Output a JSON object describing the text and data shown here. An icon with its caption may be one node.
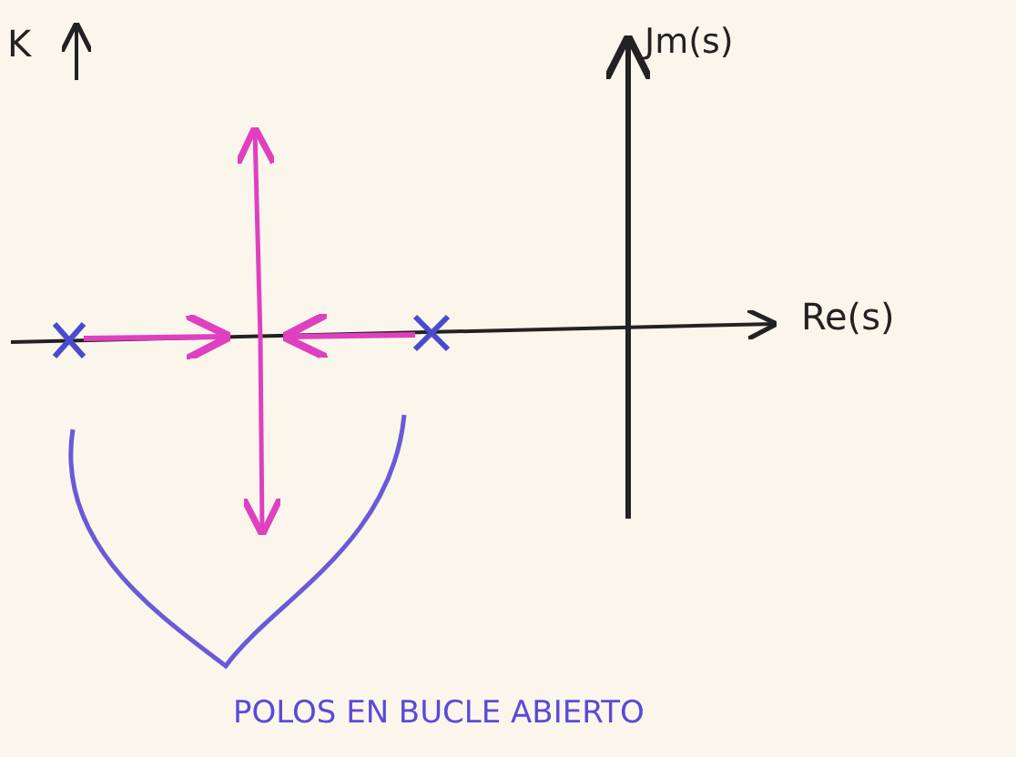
{
  "diagram": {
    "labels": [
      "K",
      "Jm(s)",
      "Re(s)",
      "POLOS EN BUCLE ABIERTO"
    ]
  }
}
